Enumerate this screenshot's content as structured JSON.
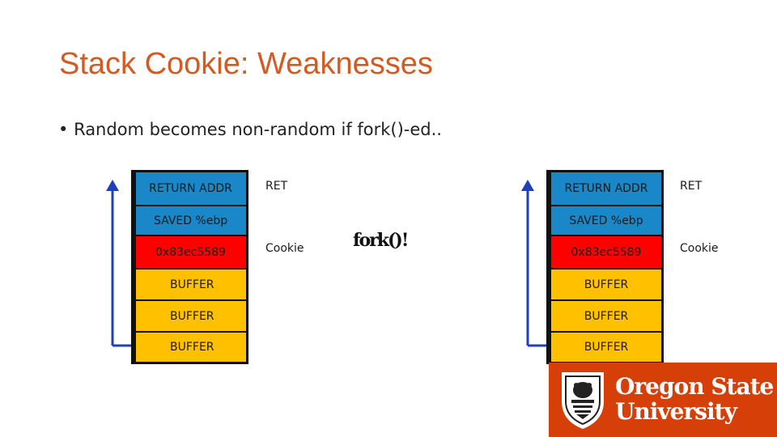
{
  "title": "Stack Cookie: Weaknesses",
  "bullet": "Random becomes non-random if fork()-ed..",
  "left_stack": {
    "cells": [
      "RETURN ADDR",
      "SAVED %ebp",
      "0x83ec5589",
      "BUFFER",
      "BUFFER",
      "BUFFER"
    ],
    "labels": [
      "RET",
      "Cookie"
    ]
  },
  "fork_label": "fork()!",
  "right_stack": {
    "cells": [
      "RETURN ADDR",
      "SAVED %ebp",
      "0x83ec5589",
      "BUFFER",
      "BUFFER",
      "BUFFER"
    ],
    "labels": [
      "RET",
      "Cookie"
    ]
  },
  "logo": {
    "line1": "Oregon State",
    "line2": "University"
  },
  "colors": {
    "title": "#D35A22",
    "return_addr": "#1A87C9",
    "cookie": "#FF0000",
    "buffer": "#FFC000",
    "arrow": "#1F3FBF",
    "logo_bg": "#D73F09"
  }
}
